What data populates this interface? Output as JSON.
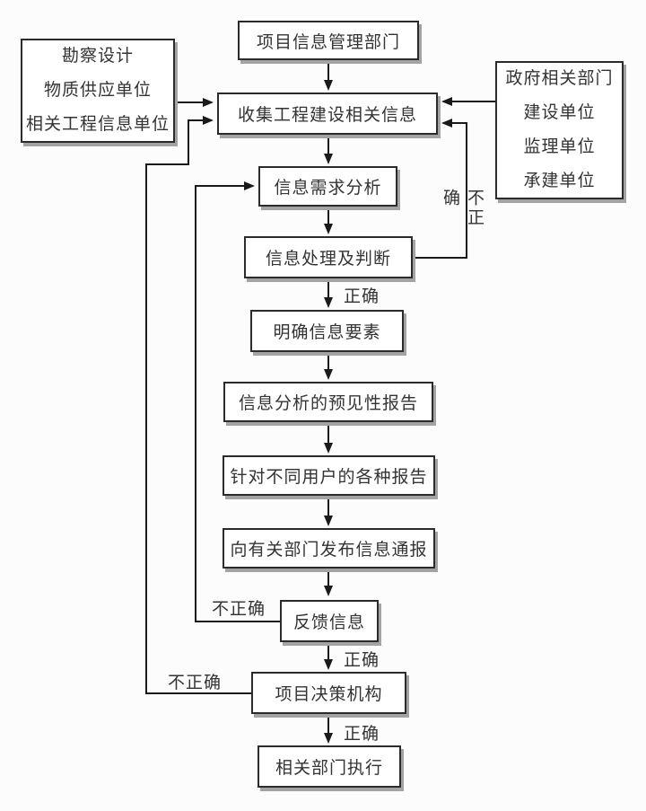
{
  "diagram": {
    "nodes": {
      "project_info_dept": "项目信息管理部门",
      "left_sources": [
        "勘察设计",
        "物质供应单位",
        "相关工程信息单位"
      ],
      "right_sources": [
        "政府相关部门",
        "建设单位",
        "监理单位",
        "承建单位"
      ],
      "collect_info": "收集工程建设相关信息",
      "demand_analysis": "信息需求分析",
      "process_judge": "信息处理及判断",
      "clarify_elements": "明确信息要素",
      "predictive_report": "信息分析的预见性报告",
      "user_reports": "针对不同用户的各种报告",
      "publish_bulletin": "向有关部门发布信息通报",
      "feedback": "反馈信息",
      "decision_body": "项目决策机构",
      "execute": "相关部门执行"
    },
    "edge_labels": {
      "correct_after_judge": "正确",
      "correct_after_feedback": "正确",
      "correct_after_decision": "正确",
      "incorrect_judge": "不正确",
      "incorrect_feedback": "不正确",
      "incorrect_decision": "不正确"
    },
    "colors": {
      "background": "#fcfcfc",
      "box_fill": "#ffffff",
      "box_border": "#2b2b2b",
      "box_shadow": "#a3a3a3",
      "line": "#1a1a1a",
      "text": "#333333"
    }
  }
}
